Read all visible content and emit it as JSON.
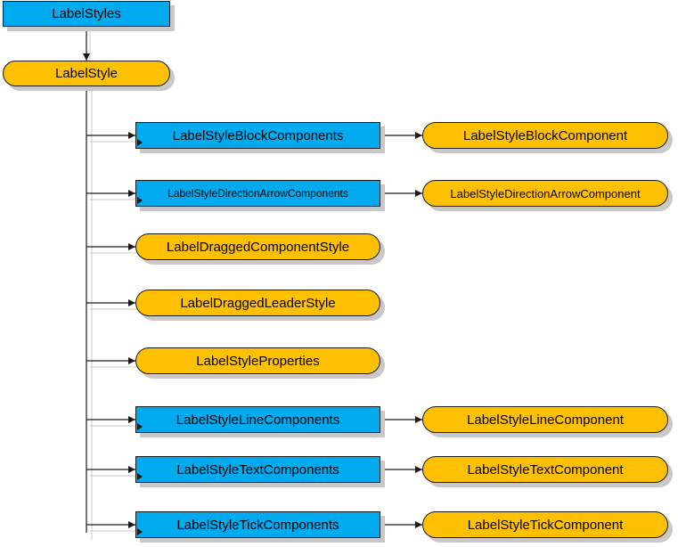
{
  "diagram": {
    "root": {
      "label": "LabelStyles",
      "kind": "collection"
    },
    "child": {
      "label": "LabelStyle",
      "kind": "object"
    },
    "members": [
      {
        "label": "LabelStyleBlockComponents",
        "kind": "collection",
        "item": "LabelStyleBlockComponent"
      },
      {
        "label": "LabelStyleDirectionArrowComponents",
        "kind": "collection",
        "item": "LabelStyleDirectionArrowComponent"
      },
      {
        "label": "LabelDraggedComponentStyle",
        "kind": "object"
      },
      {
        "label": "LabelDraggedLeaderStyle",
        "kind": "object"
      },
      {
        "label": "LabelStyleProperties",
        "kind": "object"
      },
      {
        "label": "LabelStyleLineComponents",
        "kind": "collection",
        "item": "LabelStyleLineComponent"
      },
      {
        "label": "LabelStyleTextComponents",
        "kind": "collection",
        "item": "LabelStyleTextComponent"
      },
      {
        "label": "LabelStyleTickComponents",
        "kind": "collection",
        "item": "LabelStyleTickComponent"
      }
    ],
    "colors": {
      "collection": "#00aaee",
      "object": "#ffc000",
      "line": "#1a1a1a",
      "shadow": "#c8c8c8"
    }
  }
}
